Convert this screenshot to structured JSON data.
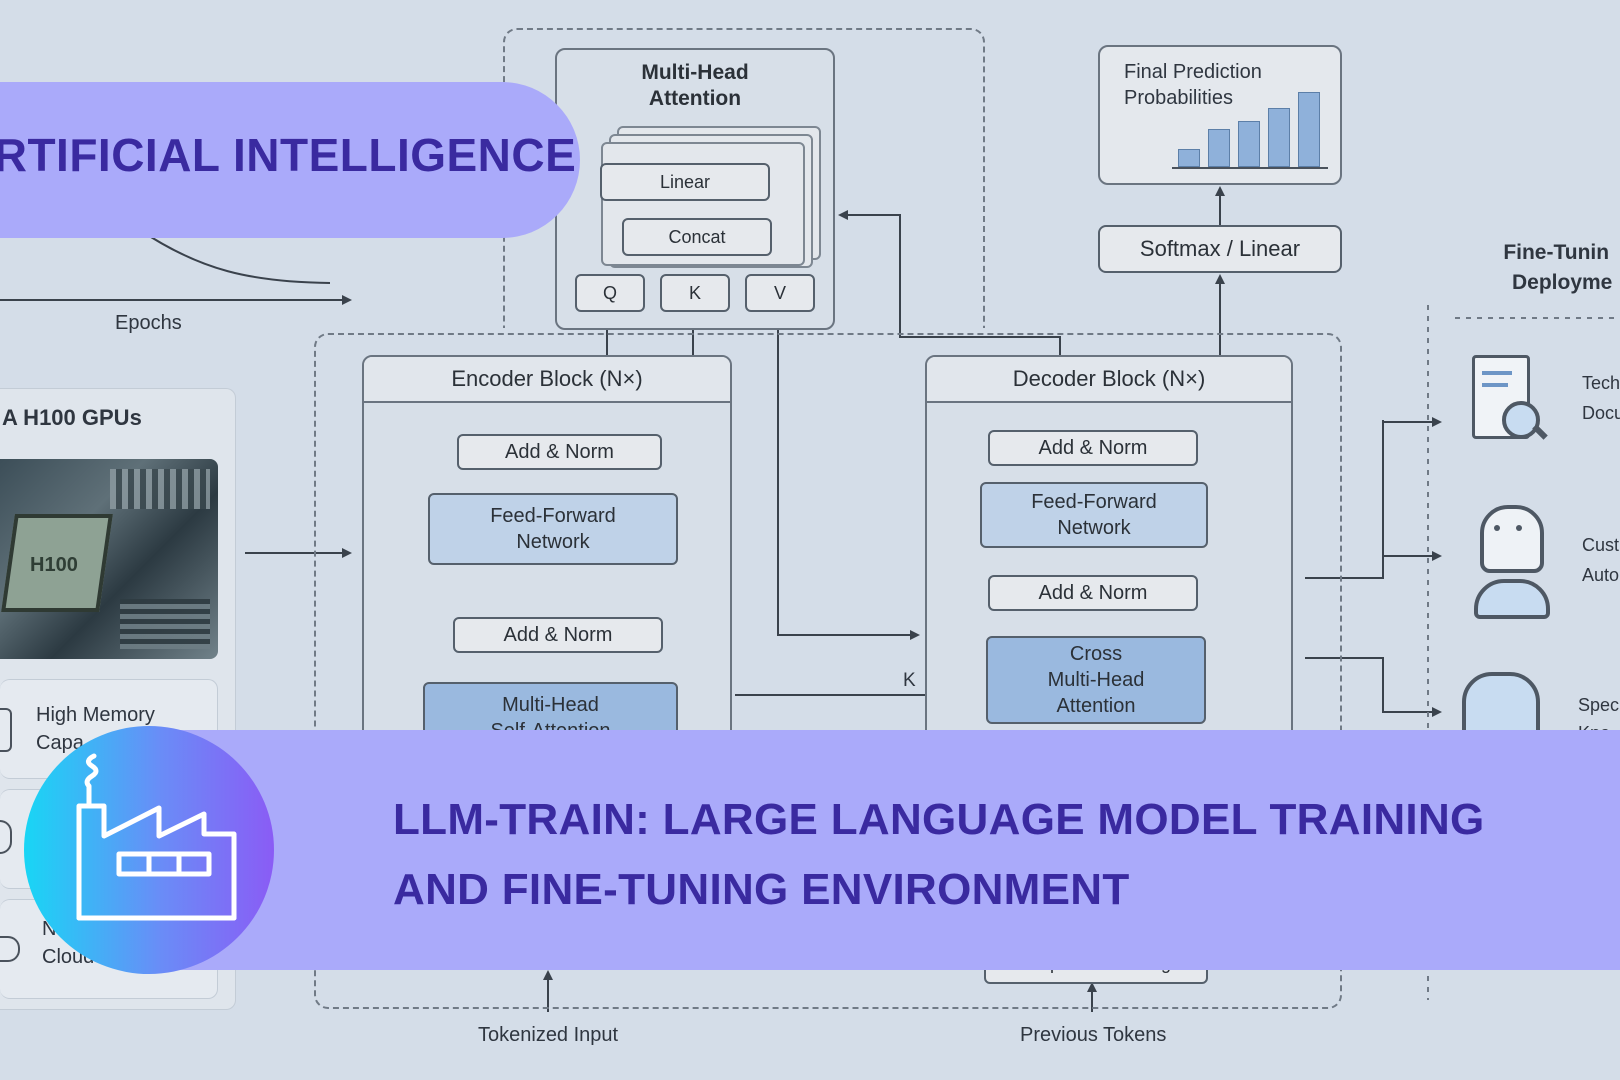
{
  "banner": {
    "category": "ARTIFICIAL INTELLIGENCE",
    "title_line1": "LLM-TRAIN: LARGE LANGUAGE MODEL TRAINING",
    "title_line2": "AND FINE-TUNING ENVIRONMENT",
    "badge_icon": "factory-icon"
  },
  "left": {
    "x_axis_label": "Epochs",
    "gpu_card_title": "A H100 GPUs",
    "chip_label": "H100",
    "feature1_line1": "High Memory",
    "feature1_line2": "Capa",
    "feature3_line1": "N",
    "feature3_line2": "Cloud A"
  },
  "attention": {
    "title_line1": "Multi-Head",
    "title_line2": "Attention",
    "linear": "Linear",
    "concat": "Concat",
    "q": "Q",
    "k": "K",
    "v": "V"
  },
  "encoder": {
    "title": "Encoder Block (N×)",
    "add_norm_top": "Add & Norm",
    "ffn_line1": "Feed-Forward",
    "ffn_line2": "Network",
    "add_norm_bottom": "Add & Norm",
    "mhsa_line1": "Multi-Head",
    "mhsa_line2": "Self-Attention"
  },
  "decoder": {
    "title": "Decoder Block (N×)",
    "add_norm_top": "Add & Norm",
    "ffn_line1": "Feed-Forward",
    "ffn_line2": "Network",
    "add_norm_mid": "Add & Norm",
    "cross_line1": "Cross",
    "cross_line2": "Multi-Head",
    "cross_line3": "Attention",
    "k_label": "K",
    "output_embedding": "Output Embedding"
  },
  "output": {
    "softmax": "Softmax / Linear",
    "final_line1": "Final Prediction",
    "final_line2": "Probabilities",
    "bar_values": [
      0.22,
      0.48,
      0.57,
      0.74,
      0.94
    ]
  },
  "finetune": {
    "title_line1": "Fine-Tunin",
    "title_line2": "Deployme",
    "item1_line1": "Tech",
    "item1_line2": "Docu",
    "item2_line1": "Cust",
    "item2_line2": "Auto",
    "item3_line1": "Spec",
    "item3_line2": "Kno"
  },
  "inputs": {
    "tokenized": "Tokenized Input",
    "previous": "Previous Tokens"
  },
  "colors": {
    "banner_fill": "#aaaafa",
    "banner_text": "#3a2aa0",
    "badge_gradient_start": "#18d6f5",
    "badge_gradient_end": "#8a5cf5",
    "diagram_background": "#d4dde8"
  }
}
